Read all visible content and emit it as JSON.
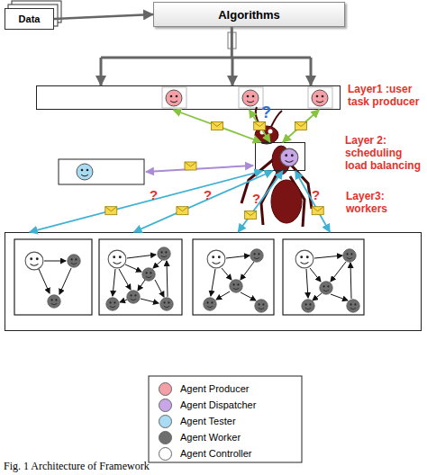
{
  "diagram": {
    "caption": "Fig. 1 Architecture of Framework",
    "nodes": [
      {
        "text": [
          "Data"
        ]
      },
      {
        "text": [
          "Algorithms"
        ]
      },
      {
        "text": [
          "Layer1 :user task producer"
        ]
      },
      {
        "text": [
          "Layer 2: scheduling load balancing"
        ]
      },
      {
        "text": [
          "Layer3: workers"
        ]
      }
    ],
    "edges": [
      {
        "from": 0,
        "to": 1,
        "arrow": "to"
      },
      {
        "from": 1,
        "to": 2,
        "arrow": "to"
      },
      {
        "from": 2,
        "to": 3,
        "arrow": "both"
      },
      {
        "from": 2,
        "to": 3,
        "arrow": "both"
      },
      {
        "from": 2,
        "to": 3,
        "arrow": "both"
      },
      {
        "from": 3,
        "to": 4,
        "arrow": "both"
      },
      {
        "from": 3,
        "to": 4,
        "arrow": "both"
      },
      {
        "from": 3,
        "to": 4,
        "arrow": "both"
      },
      {
        "from": 3,
        "to": 4,
        "arrow": "both"
      }
    ],
    "labels": [
      "?",
      "?",
      "?",
      "?",
      "?"
    ],
    "legend": [
      {
        "text": "Agent Producer",
        "color": "#f4a0a6"
      },
      {
        "text": "Agent Dispatcher",
        "color": "#c9a6e8"
      },
      {
        "text": "Agent Tester",
        "color": "#a9dcf2"
      },
      {
        "text": "Agent Worker",
        "color": "#6e6e6e"
      },
      {
        "text": "Agent Controller",
        "color": "#ffffff"
      }
    ]
  }
}
